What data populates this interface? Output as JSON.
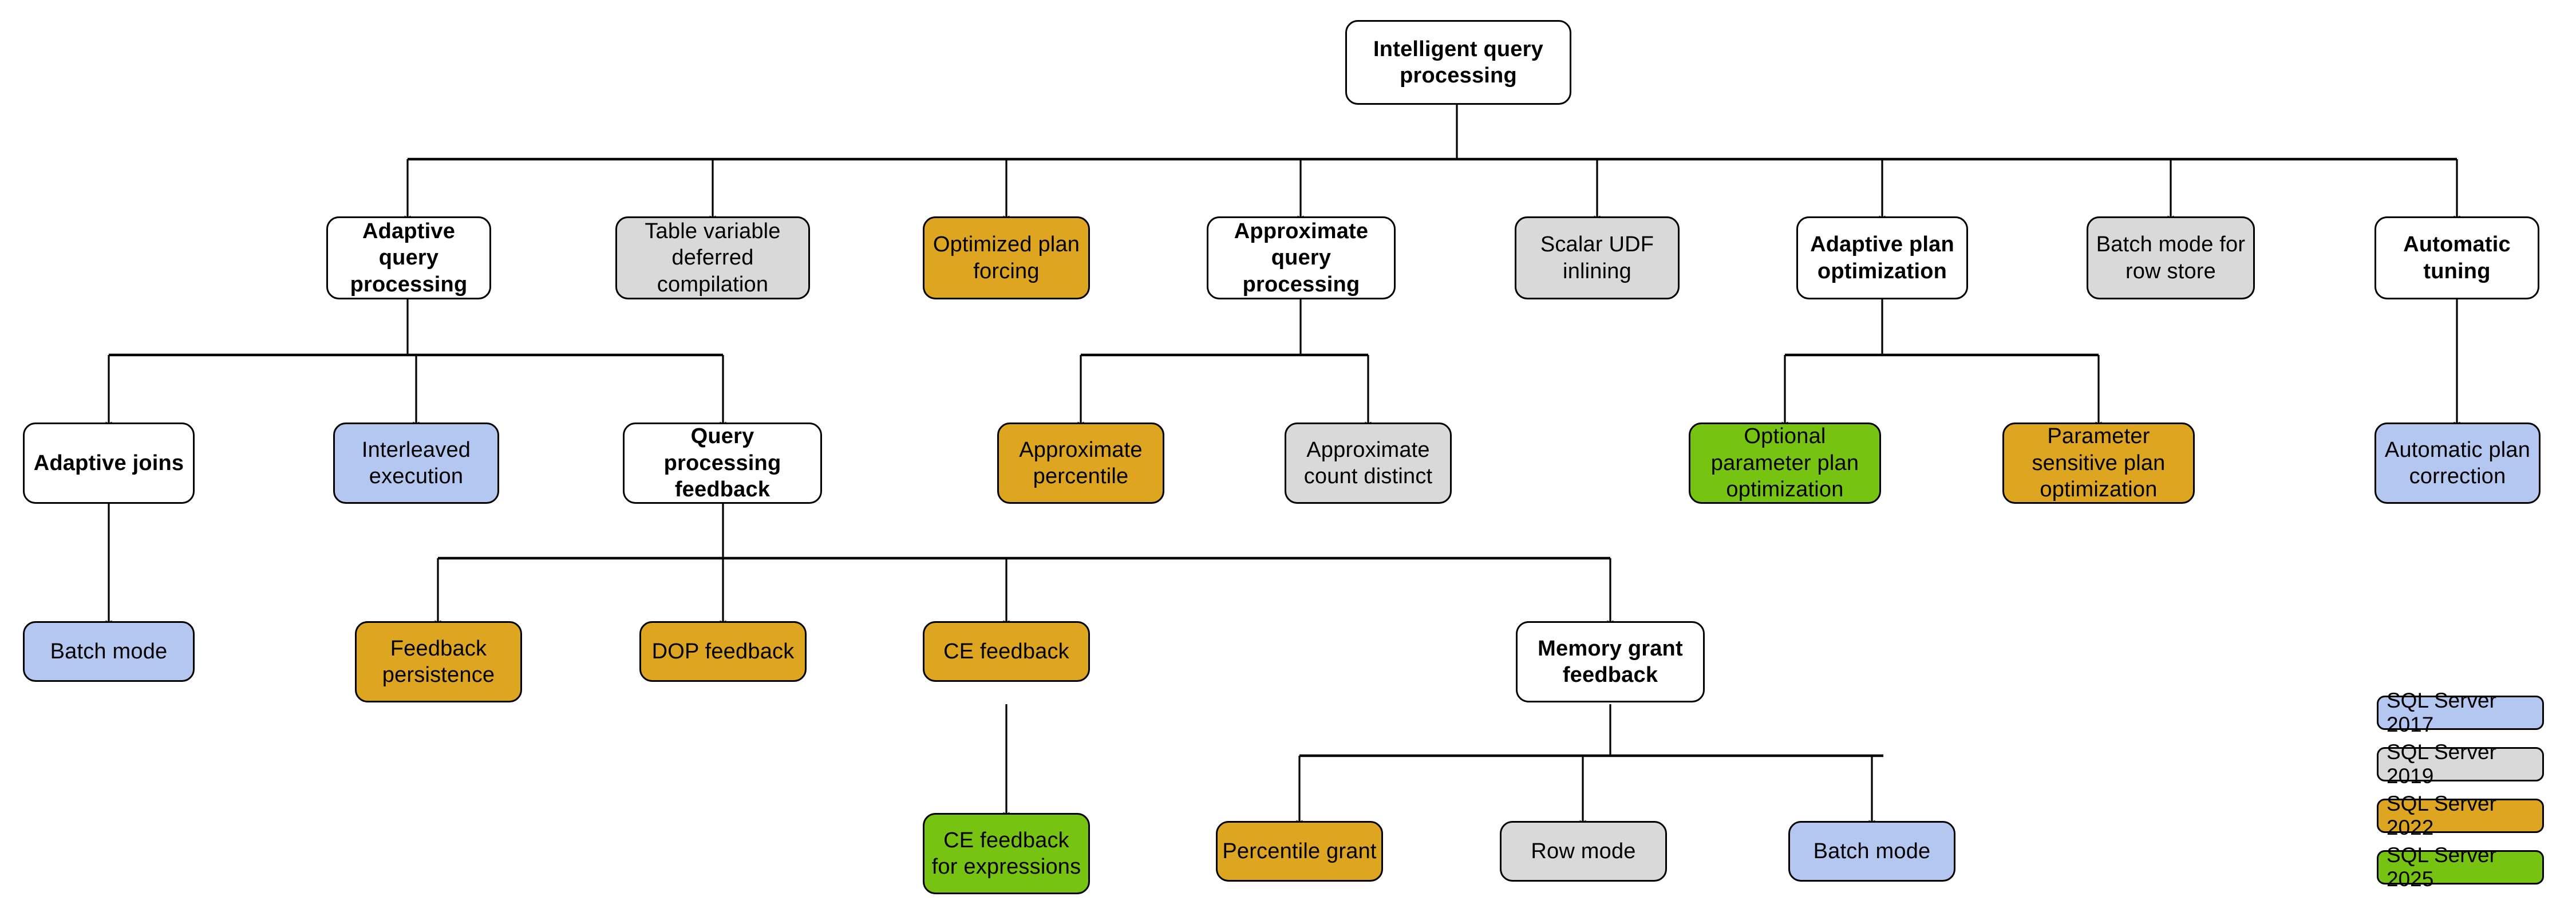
{
  "diagram": {
    "title": "Intelligent query processing",
    "colors": {
      "sql2017": "#b4c7f0",
      "sql2019": "#d9d9d9",
      "sql2022": "#dda520",
      "sql2025": "#76c411",
      "generic": "#ffffff",
      "outline": "#000000"
    },
    "nodes": {
      "root": "Intelligent query processing",
      "adaptive_query_processing": "Adaptive query processing",
      "table_variable_deferred_compilation": "Table variable deferred compilation",
      "optimized_plan_forcing": "Optimized plan forcing",
      "approximate_query_processing": "Approximate query processing",
      "scalar_udf_inlining": "Scalar UDF inlining",
      "adaptive_plan_optimization": "Adaptive plan optimization",
      "batch_mode_for_row_store": "Batch mode for row store",
      "automatic_tuning": "Automatic tuning",
      "adaptive_joins": "Adaptive joins",
      "interleaved_execution": "Interleaved execution",
      "query_processing_feedback": "Query processing feedback",
      "approximate_percentile": "Approximate percentile",
      "approximate_count_distinct": "Approximate count distinct",
      "optional_parameter_plan_optimization": "Optional parameter plan optimization",
      "parameter_sensitive_plan_optimization": "Parameter sensitive plan optimization",
      "automatic_plan_correction": "Automatic plan correction",
      "batch_mode_adaptive_joins": "Batch mode",
      "feedback_persistence": "Feedback persistence",
      "dop_feedback": "DOP feedback",
      "ce_feedback": "CE feedback",
      "memory_grant_feedback": "Memory grant feedback",
      "ce_feedback_for_expressions": "CE feedback for expressions",
      "percentile_grant": "Percentile grant",
      "row_mode": "Row mode",
      "batch_mode_mgf": "Batch mode"
    },
    "legend": [
      {
        "label": "SQL Server 2017",
        "color": "#b4c7f0"
      },
      {
        "label": "SQL Server 2019",
        "color": "#d9d9d9"
      },
      {
        "label": "SQL Server 2022",
        "color": "#dda520"
      },
      {
        "label": "SQL Server 2025",
        "color": "#76c411"
      }
    ]
  }
}
